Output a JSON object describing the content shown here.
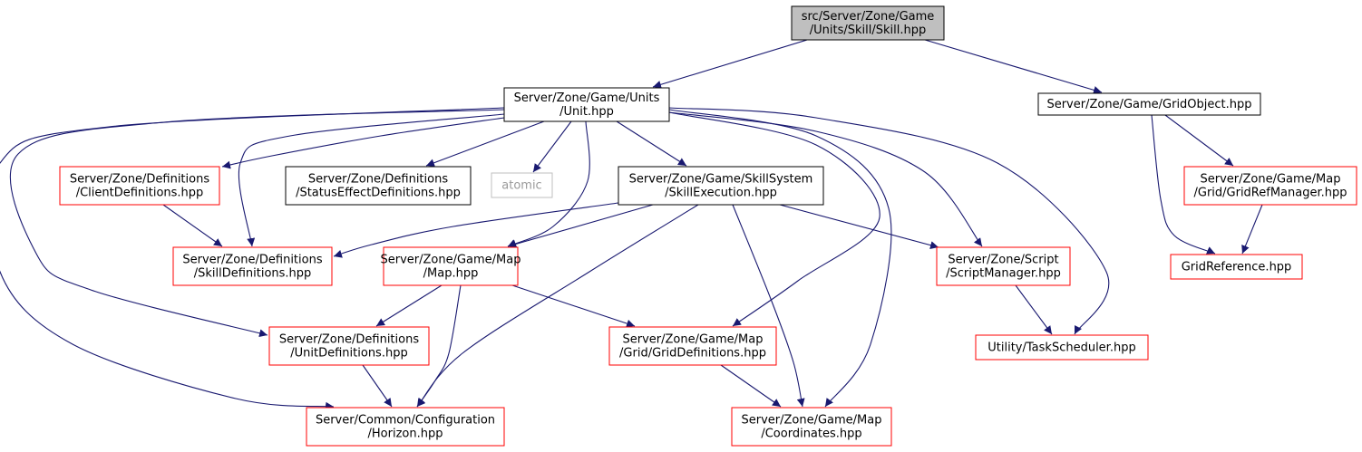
{
  "nodes": [
    {
      "id": "skill",
      "lines": [
        "src/Server/Zone/Game",
        "/Units/Skill/Skill.hpp"
      ],
      "style": "root"
    },
    {
      "id": "unit",
      "lines": [
        "Server/Zone/Game/Units",
        "/Unit.hpp"
      ],
      "style": "black"
    },
    {
      "id": "gridobject",
      "lines": [
        "Server/Zone/Game/GridObject.hpp"
      ],
      "style": "black"
    },
    {
      "id": "clientdefs",
      "lines": [
        "Server/Zone/Definitions",
        "/ClientDefinitions.hpp"
      ],
      "style": "red"
    },
    {
      "id": "statusdefs",
      "lines": [
        "Server/Zone/Definitions",
        "/StatusEffectDefinitions.hpp"
      ],
      "style": "black"
    },
    {
      "id": "atomic",
      "lines": [
        "atomic"
      ],
      "style": "gray"
    },
    {
      "id": "skillexec",
      "lines": [
        "Server/Zone/Game/SkillSystem",
        "/SkillExecution.hpp"
      ],
      "style": "black"
    },
    {
      "id": "gridrefmgr",
      "lines": [
        "Server/Zone/Game/Map",
        "/Grid/GridRefManager.hpp"
      ],
      "style": "red"
    },
    {
      "id": "skilldefs",
      "lines": [
        "Server/Zone/Definitions",
        "/SkillDefinitions.hpp"
      ],
      "style": "red"
    },
    {
      "id": "map",
      "lines": [
        "Server/Zone/Game/Map",
        "/Map.hpp"
      ],
      "style": "red"
    },
    {
      "id": "scriptmgr",
      "lines": [
        "Server/Zone/Script",
        "/ScriptManager.hpp"
      ],
      "style": "red"
    },
    {
      "id": "gridref",
      "lines": [
        "GridReference.hpp"
      ],
      "style": "red"
    },
    {
      "id": "unitdefs",
      "lines": [
        "Server/Zone/Definitions",
        "/UnitDefinitions.hpp"
      ],
      "style": "red"
    },
    {
      "id": "griddefs",
      "lines": [
        "Server/Zone/Game/Map",
        "/Grid/GridDefinitions.hpp"
      ],
      "style": "red"
    },
    {
      "id": "taskscheduler",
      "lines": [
        "Utility/TaskScheduler.hpp"
      ],
      "style": "red"
    },
    {
      "id": "horizon",
      "lines": [
        "Server/Common/Configuration",
        "/Horizon.hpp"
      ],
      "style": "red"
    },
    {
      "id": "coordinates",
      "lines": [
        "Server/Zone/Game/Map",
        "/Coordinates.hpp"
      ],
      "style": "red"
    }
  ],
  "edges": [
    {
      "from": "skill",
      "to": "unit"
    },
    {
      "from": "skill",
      "to": "gridobject"
    },
    {
      "from": "unit",
      "to": "clientdefs"
    },
    {
      "from": "unit",
      "to": "statusdefs"
    },
    {
      "from": "unit",
      "to": "atomic"
    },
    {
      "from": "unit",
      "to": "skillexec"
    },
    {
      "from": "unit",
      "to": "skilldefs"
    },
    {
      "from": "unit",
      "to": "map"
    },
    {
      "from": "unit",
      "to": "scriptmgr"
    },
    {
      "from": "unit",
      "to": "unitdefs"
    },
    {
      "from": "unit",
      "to": "griddefs"
    },
    {
      "from": "unit",
      "to": "taskscheduler"
    },
    {
      "from": "unit",
      "to": "horizon"
    },
    {
      "from": "unit",
      "to": "coordinates"
    },
    {
      "from": "clientdefs",
      "to": "skilldefs"
    },
    {
      "from": "skillexec",
      "to": "skilldefs"
    },
    {
      "from": "skillexec",
      "to": "map"
    },
    {
      "from": "skillexec",
      "to": "scriptmgr"
    },
    {
      "from": "skillexec",
      "to": "horizon"
    },
    {
      "from": "skillexec",
      "to": "coordinates"
    },
    {
      "from": "map",
      "to": "unitdefs"
    },
    {
      "from": "map",
      "to": "griddefs"
    },
    {
      "from": "map",
      "to": "horizon"
    },
    {
      "from": "unitdefs",
      "to": "horizon"
    },
    {
      "from": "griddefs",
      "to": "coordinates"
    },
    {
      "from": "scriptmgr",
      "to": "taskscheduler"
    },
    {
      "from": "gridobject",
      "to": "gridrefmgr"
    },
    {
      "from": "gridobject",
      "to": "gridref"
    },
    {
      "from": "gridrefmgr",
      "to": "gridref"
    }
  ],
  "colors": {
    "edge": "#191970",
    "root_fill": "#bfbfbf",
    "black_border": "#000000",
    "red_border": "#ff0000",
    "gray_border": "#bfbfbf",
    "gray_text": "#9a9a9a"
  }
}
